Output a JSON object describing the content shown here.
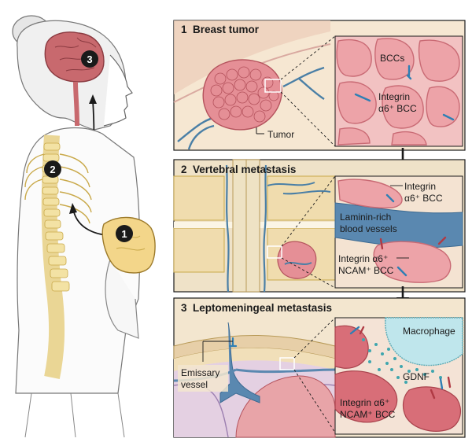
{
  "markers": [
    "1",
    "2",
    "3"
  ],
  "panels": [
    {
      "number": "1",
      "title": "Breast tumor",
      "labels": {
        "tumor": "Tumor",
        "bccs": "BCCs",
        "integrin_l1": "Integrin",
        "integrin_l2": "α6⁺ BCC"
      }
    },
    {
      "number": "2",
      "title": "Vertebral metastasis",
      "labels": {
        "integrin_l1": "Integrin",
        "integrin_l2": "α6⁺ BCC",
        "laminin_l1": "Laminin-rich",
        "laminin_l2": "blood vessels",
        "ncam_l1": "Integrin α6⁺",
        "ncam_l2": "NCAM⁺ BCC"
      }
    },
    {
      "number": "3",
      "title": "Leptomeningeal metastasis",
      "labels": {
        "emissary_l1": "Emissary",
        "emissary_l2": "vessel",
        "macrophage": "Macrophage",
        "gdnf": "GDNF",
        "ncam_l1": "Integrin α6⁺",
        "ncam_l2": "NCAM⁺ BCC"
      }
    }
  ],
  "colors": {
    "cell_pink": "#e9a2a6",
    "cell_border": "#c96a74",
    "vessel_blue": "#4a7fa6",
    "macrophage_cyan": "#bfe6ec",
    "gdnf_dots": "#3fa6ae",
    "bone_yellow": "#f1dfa0",
    "marker_black": "#1a1a1a"
  }
}
